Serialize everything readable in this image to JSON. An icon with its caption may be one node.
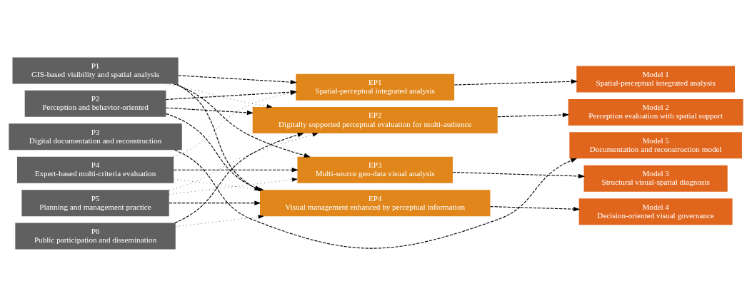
{
  "diagram": {
    "nodes": [
      {
        "text": [
          "P1",
          "GIS-based visibility and spatial analysis"
        ]
      },
      {
        "text": [
          "P2",
          "Perception and behavior-oriented"
        ]
      },
      {
        "text": [
          "P3",
          "Digital documentation and reconstruction"
        ]
      },
      {
        "text": [
          "P4",
          "Expert-based multi-criteria evaluation"
        ]
      },
      {
        "text": [
          "P5",
          "Planning and management practice"
        ]
      },
      {
        "text": [
          "P6",
          "Public participation and dissemination"
        ]
      },
      {
        "text": [
          "EP1",
          "Spatial-perceptual integrated analysis"
        ]
      },
      {
        "text": [
          "EP2",
          "Digitally supported perceptual evaluation for multi-audience"
        ]
      },
      {
        "text": [
          "EP3",
          "Multi-source geo-data visual analysis"
        ]
      },
      {
        "text": [
          "EP4",
          "Visual management enhanced by perceptual information"
        ]
      },
      {
        "text": [
          "Model 1",
          "Spatial-perceptual integrated analysis"
        ]
      },
      {
        "text": [
          "Model 2",
          "Perception evaluation with spatial support"
        ]
      },
      {
        "text": [
          "Model 5",
          "Documentation and reconstruction model"
        ]
      },
      {
        "text": [
          "Model 3",
          "Structural visual-spatial diagnosis"
        ]
      },
      {
        "text": [
          "Model 4",
          "Decision-oriented visual governance"
        ]
      }
    ],
    "edges": [
      {
        "from": 0,
        "to": 6,
        "arrow": "to",
        "style": "dashed"
      },
      {
        "from": 0,
        "to": 7,
        "arrow": "to"
      },
      {
        "from": 0,
        "to": 8,
        "arrow": "to",
        "style": "dashed"
      },
      {
        "from": 0,
        "to": 9,
        "arrow": "to",
        "style": "dashed"
      },
      {
        "from": 1,
        "to": 6,
        "arrow": "to",
        "style": "dashed"
      },
      {
        "from": 1,
        "to": 7,
        "arrow": "to",
        "style": "dashed"
      },
      {
        "from": 1,
        "to": 9,
        "arrow": "to",
        "style": "dashed"
      },
      {
        "from": 2,
        "to": 12,
        "arrow": "to",
        "style": "dashed"
      },
      {
        "from": 3,
        "to": 6,
        "arrow": "to"
      },
      {
        "from": 3,
        "to": 8,
        "arrow": "to",
        "style": "dashed"
      },
      {
        "from": 3,
        "to": 9,
        "arrow": "to"
      },
      {
        "from": 4,
        "to": 7,
        "arrow": "to"
      },
      {
        "from": 4,
        "to": 8,
        "arrow": "to"
      },
      {
        "from": 4,
        "to": 9,
        "arrow": "to",
        "style": "dashed"
      },
      {
        "from": 5,
        "to": 7,
        "arrow": "to",
        "style": "dashed"
      },
      {
        "from": 5,
        "to": 9,
        "arrow": "to"
      },
      {
        "from": 6,
        "to": 10,
        "arrow": "to",
        "style": "dashed"
      },
      {
        "from": 7,
        "to": 11,
        "arrow": "to",
        "style": "dashed"
      },
      {
        "from": 8,
        "to": 13,
        "arrow": "to",
        "style": "dashed"
      },
      {
        "from": 9,
        "to": 14,
        "arrow": "to",
        "style": "dashed"
      }
    ]
  }
}
